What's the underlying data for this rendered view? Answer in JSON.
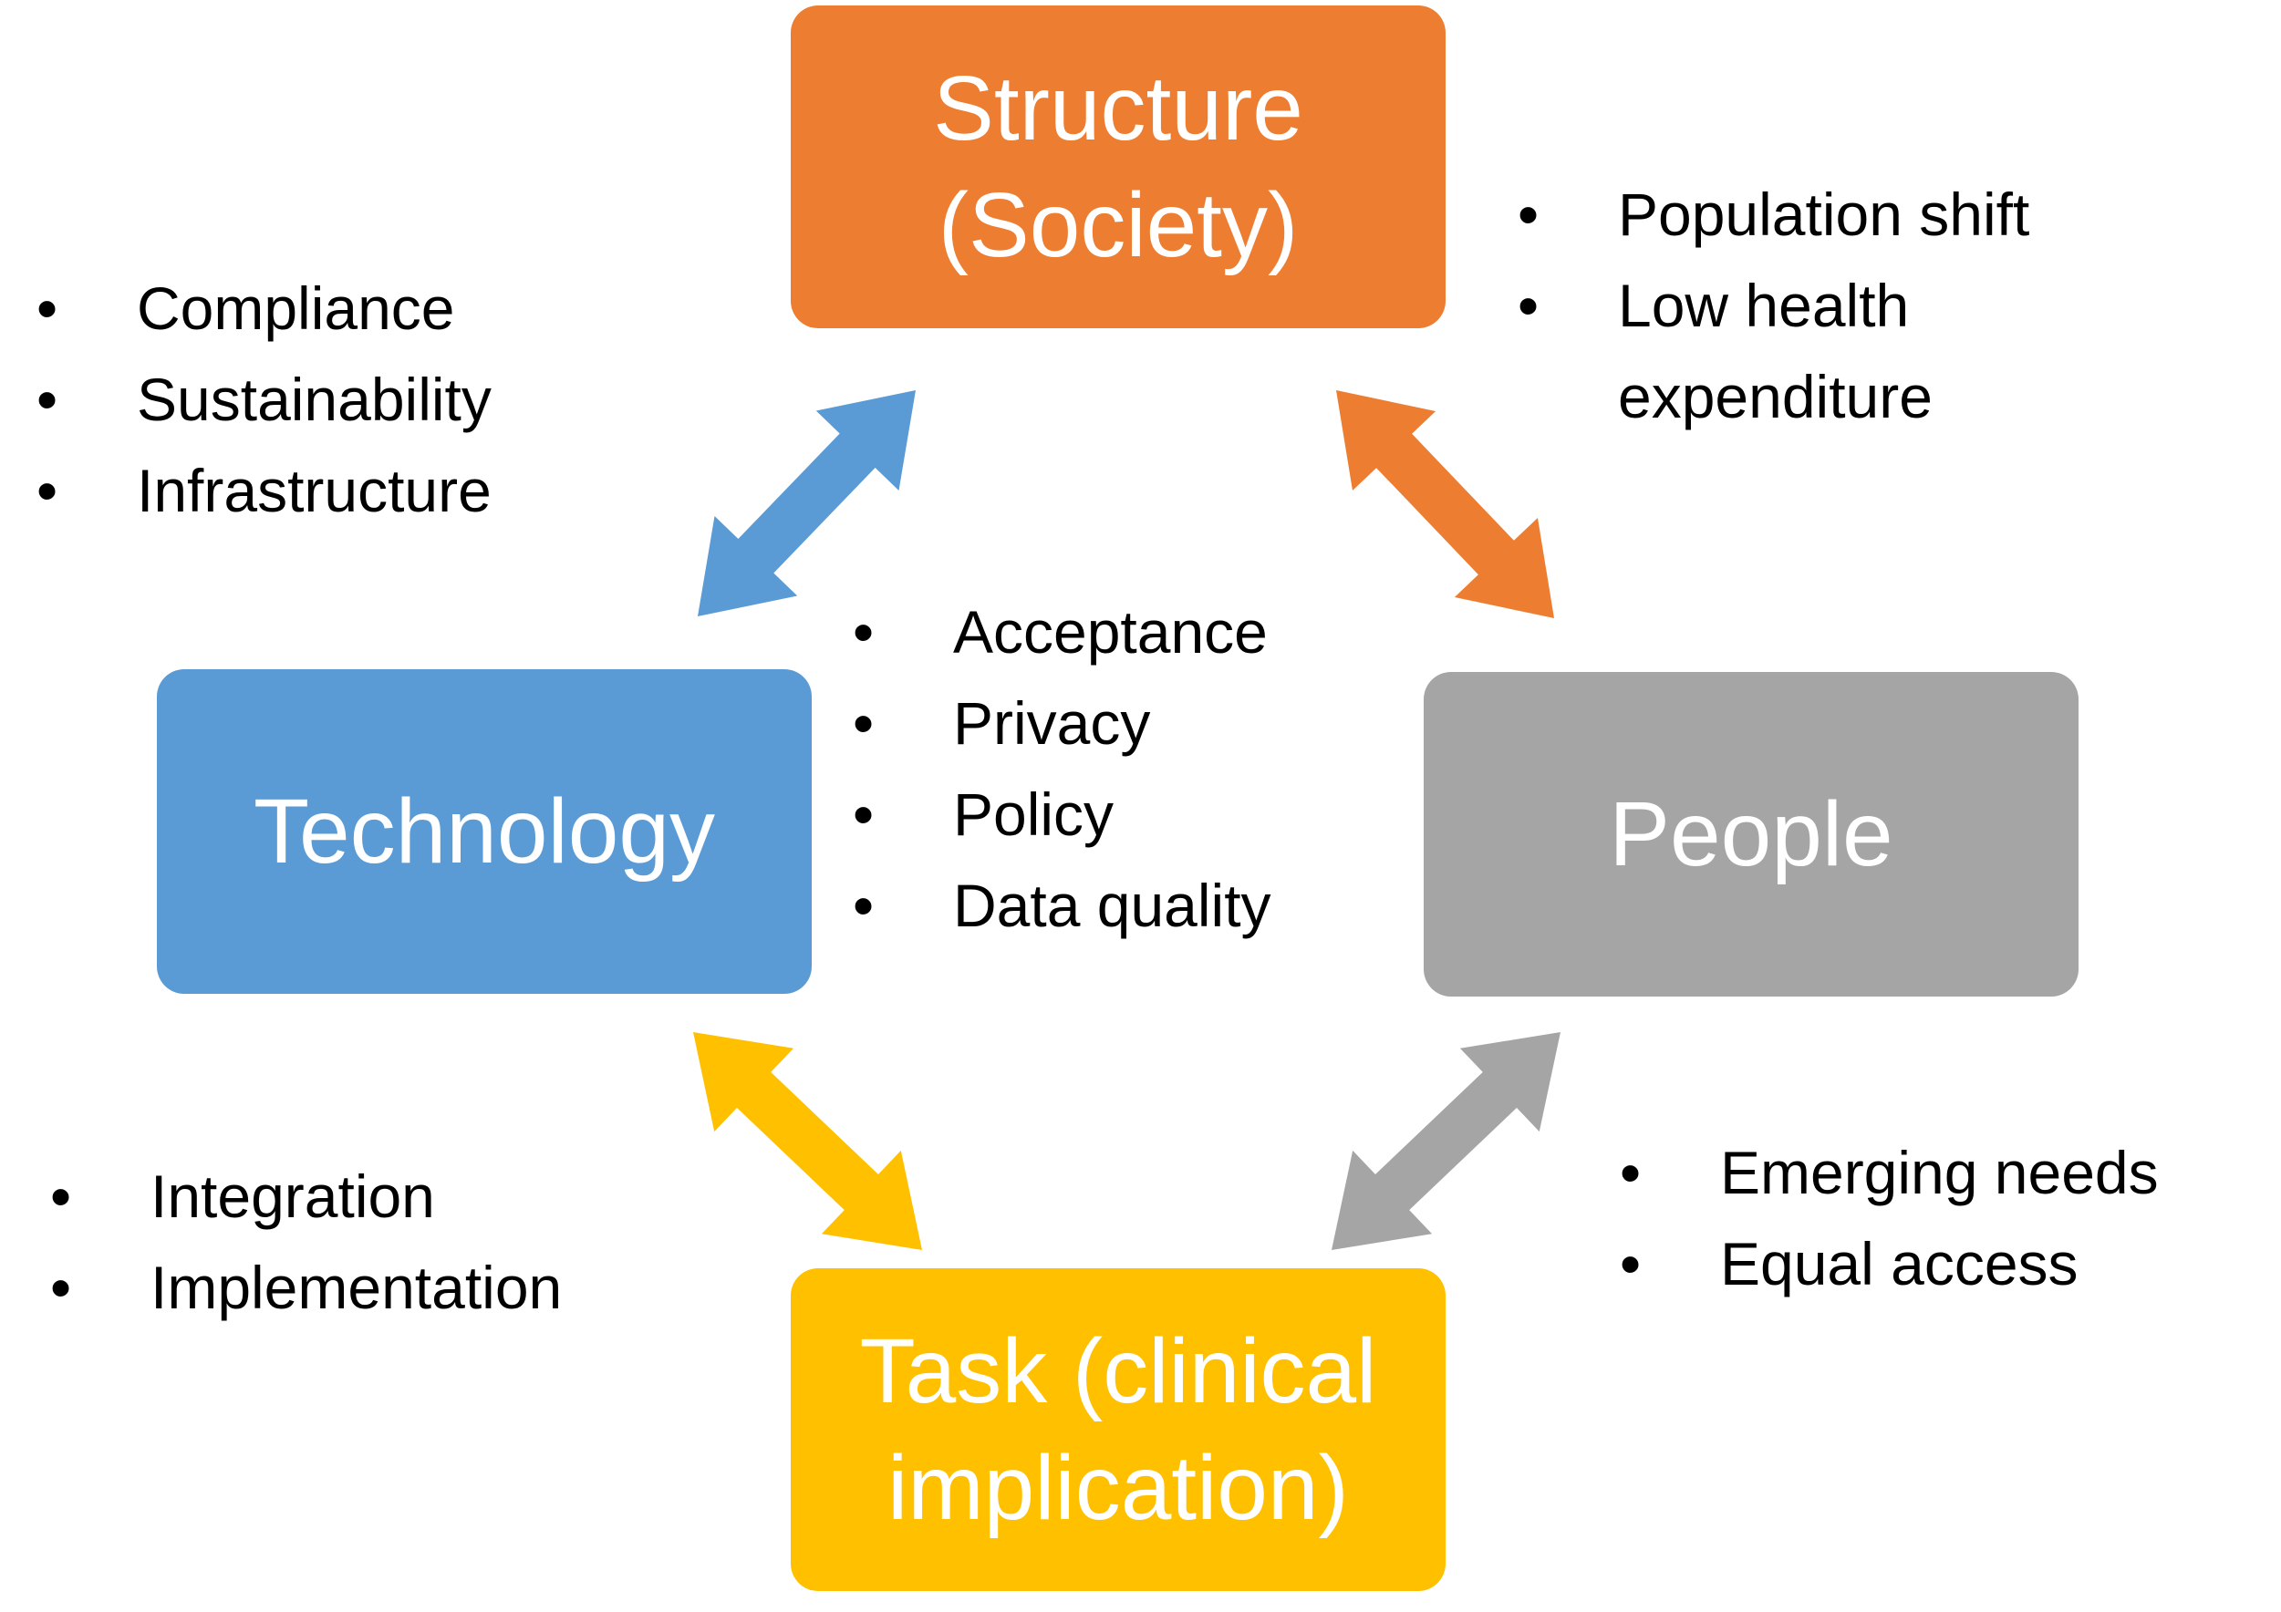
{
  "nodes": {
    "structure": {
      "label": "Structure\n(Society)",
      "color": "#ED7D31"
    },
    "technology": {
      "label": "Technology",
      "color": "#5B9BD5"
    },
    "people": {
      "label": "People",
      "color": "#A5A5A5"
    },
    "task": {
      "label": "Task (clinical\nimplication)",
      "color": "#FFC000"
    }
  },
  "connectors": {
    "technology_structure": {
      "color": "#5B9BD5",
      "icon": "double-arrow-icon"
    },
    "structure_people": {
      "color": "#ED7D31",
      "icon": "double-arrow-icon"
    },
    "technology_task": {
      "color": "#FFC000",
      "icon": "double-arrow-icon"
    },
    "people_task": {
      "color": "#A5A5A5",
      "icon": "double-arrow-icon"
    }
  },
  "bullet_lists": {
    "technology_structure": [
      "Compliance",
      "Sustainability",
      "Infrastructure"
    ],
    "structure_people": [
      "Population shift",
      "Low health\nexpenditure"
    ],
    "center": [
      "Acceptance",
      "Privacy",
      "Policy",
      "Data quality"
    ],
    "technology_task": [
      "Integration",
      "Implementation"
    ],
    "people_task": [
      "Emerging needs",
      "Equal access"
    ]
  },
  "bullet_symbol": "•"
}
